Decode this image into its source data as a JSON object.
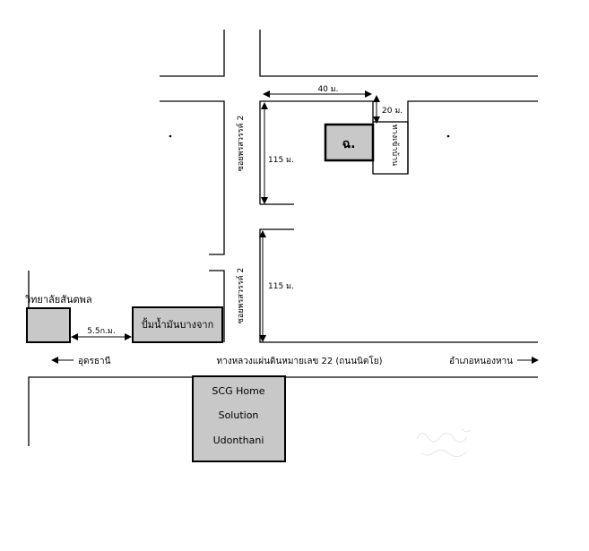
{
  "landmarks": {
    "college": "วิทยาลัยสันตพล",
    "gas_station": "ปั้มน้ำมันบางจาก",
    "target_building": "ฉ.",
    "scg_line1": "SCG Home",
    "scg_line2": "Solution",
    "scg_line3": "Udonthani"
  },
  "roads": {
    "soi_top": "ซอยพรสวรรค์ 2",
    "soi_bottom": "ซอยพรสวรรค์ 2",
    "small_lane": "ทางเข้าบ้าน",
    "highway": "ทางหลวงแผ่นดินหมายเลข 22 (ถนนนิตโย)"
  },
  "directions": {
    "left": "อุดรธานี",
    "right": "อำเภอหนองหาน"
  },
  "measurements": {
    "width_top": "40 ม.",
    "lane_depth": "20 ม.",
    "block_top": "115 ม.",
    "block_bottom": "115 ม.",
    "college_to_station": "5.5ก.ม."
  }
}
